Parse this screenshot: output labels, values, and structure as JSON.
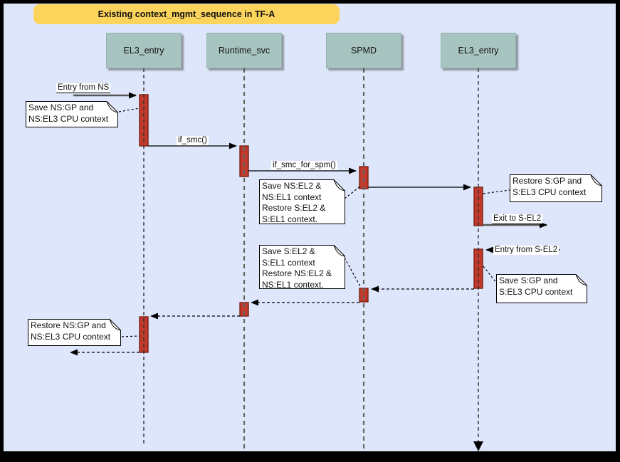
{
  "title": "Existing context_mgmt_sequence in TF-A",
  "actors": [
    {
      "label": "EL3_entry"
    },
    {
      "label": "Runtime_svc"
    },
    {
      "label": "SPMD"
    },
    {
      "label": "EL3_entry"
    }
  ],
  "messages": {
    "entry_from_ns": "Entry from NS",
    "if_smc": "if_smc()",
    "if_smc_for_spm": "if_smc_for_spm()",
    "exit_to_s_el2": "Exit to S-EL2",
    "entry_from_s_el2": "Entry from S-EL2"
  },
  "notes": {
    "save_ns_ctx": "Save NS:GP and\nNS:EL3 CPU context",
    "switch_to_secure": "Save NS:EL2 &\nNS:EL1 context\nRestore S:EL2 &\nS:EL1 context.",
    "restore_s_ctx": "Restore S:GP and\nS:EL3 CPU context",
    "switch_to_nonsecure": "Save S:EL2 &\nS:EL1 context\nRestore NS:EL2 &\nNS:EL1 context.",
    "save_s_ctx": "Save S:GP and\nS:EL3 CPU context",
    "restore_ns_ctx": "Restore NS:GP and\nNS:EL3 CPU context"
  },
  "colors": {
    "background": "#dde6fa",
    "title_fill": "#fcd45c",
    "actor_fill": "#a7c4c0",
    "activation_fill": "#c0392b",
    "note_fill": "#ffffff"
  }
}
